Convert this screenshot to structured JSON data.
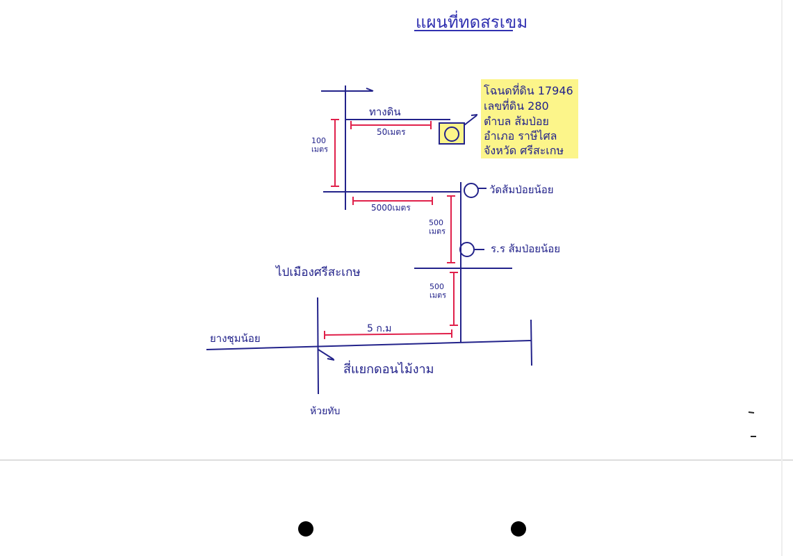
{
  "title": "แผนที่ทดสรเขม",
  "parcel_info": [
    "โฉนดที่ดิน 17946",
    "เลขที่ดิน 280",
    "ตำบล ส้มป่อย",
    "อำเภอ ราษีไศล",
    "จังหวัด ศรีสะเกษ"
  ],
  "labels": {
    "path_label": "ทางดิน",
    "dist_50": "50เมตร",
    "dist_100": "100\nเมตร",
    "dist_5000": "5000เมตร",
    "dist_500_a": "500\nเมตร",
    "dist_500_b": "500\nเมตร",
    "dist_5km": "5 ก.ม",
    "temple": "วัดส้มป่อยน้อย",
    "school": "ร.ร ส้มป่อยน้อย",
    "district_road": "ไปเมืองศรีสะเกษ",
    "left_road": "ยางชุมน้อย",
    "intersection": "สี่แยกดอนไม้งาม",
    "south": "ห้วยทับ"
  },
  "colors": {
    "ink": "#22228a",
    "red": "#e0204a",
    "highlight": "#fcf58a",
    "title": "#3030b0"
  }
}
